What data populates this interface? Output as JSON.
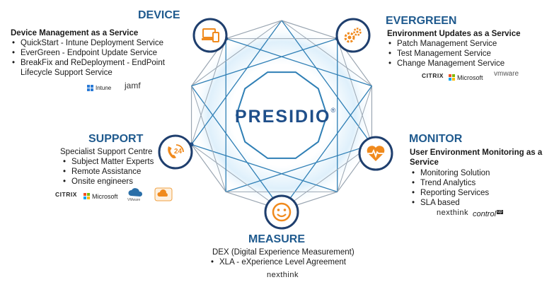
{
  "center": {
    "title": "PRESIDIO",
    "mark": "®"
  },
  "nodes": {
    "device": {
      "heading": "DEVICE",
      "subtitle": "Device Management as a Service",
      "items": [
        "QuickStart - Intune Deployment Service",
        "EverGreen - Endpoint Update Service",
        "BreakFix and ReDeployment -  EndPoint",
        "Lifecycle Support Service"
      ],
      "logos": [
        "Intune",
        "jamf"
      ],
      "icon": "laptop-phone-icon"
    },
    "evergreen": {
      "heading": "EVERGREEN",
      "subtitle": "Environment Updates as a Service",
      "items": [
        "Patch Management Service",
        "Test Management Service",
        "Change Management Service"
      ],
      "logos": [
        "CITRIX",
        "Microsoft",
        "vmware"
      ],
      "icon": "gears-icon"
    },
    "support": {
      "heading": "SUPPORT",
      "subtitle": "Specialist Support Centre",
      "items": [
        "Subject Matter Experts",
        "Remote Assistance",
        "Onsite engineers"
      ],
      "logos": [
        "CITRIX",
        "Microsoft",
        "VMware"
      ],
      "icon": "phone-24-icon"
    },
    "monitor": {
      "heading": "MONITOR",
      "subtitle_line1": "User Environment Monitoring as a",
      "subtitle_line2": "Service",
      "items": [
        "Monitoring Solution",
        "Trend Analytics",
        "Reporting Services",
        "SLA based"
      ],
      "logos": [
        "nexthink",
        "control",
        "up"
      ],
      "icon": "heart-pulse-icon"
    },
    "measure": {
      "heading": "MEASURE",
      "subtitle": "DEX (Digital Experience Measurement)",
      "items": [
        "XLA - eXperience Level Agreement"
      ],
      "logos": [
        "nexthink"
      ],
      "icon": "smiley-face-icon"
    }
  },
  "colors": {
    "accent_orange": "#f08a1d",
    "brand_blue": "#1f5a8e",
    "line_blue": "#2f7fb5",
    "line_gray": "#9aa6b2"
  }
}
